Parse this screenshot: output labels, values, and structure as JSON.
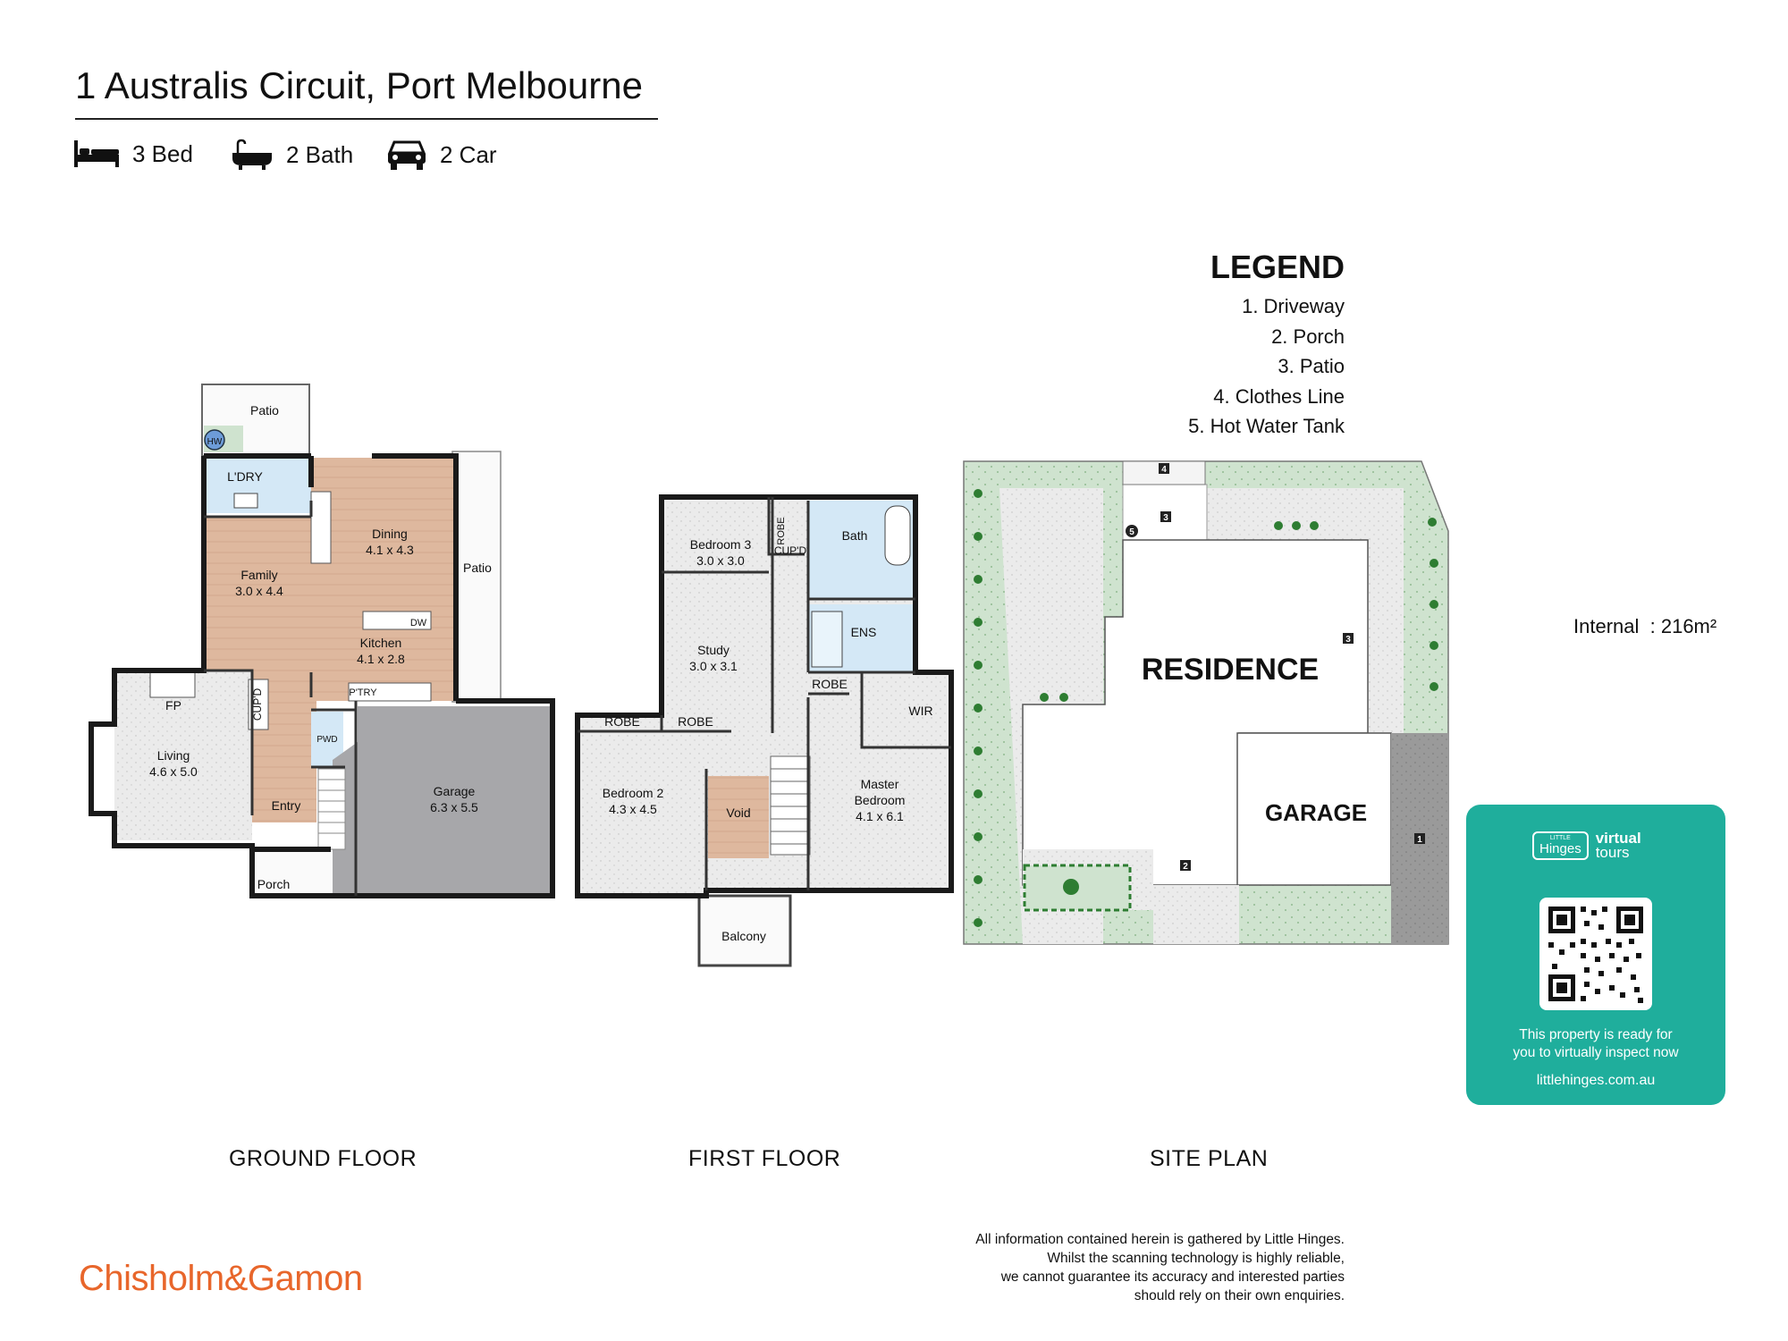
{
  "header": {
    "address": "1 Australis Circuit, Port Melbourne",
    "features": [
      {
        "icon": "bed-icon",
        "label": "3 Bed"
      },
      {
        "icon": "bath-icon",
        "label": "2 Bath"
      },
      {
        "icon": "car-icon",
        "label": "2 Car"
      }
    ]
  },
  "ground_floor": {
    "label": "GROUND FLOOR",
    "rooms": {
      "patio_top": "Patio",
      "hw": "HW",
      "laundry": "L'DRY",
      "dining": "Dining",
      "dining_dim": "4.1 x 4.3",
      "family": "Family",
      "family_dim": "3.0 x 4.4",
      "patio_side": "Patio",
      "kitchen": "Kitchen",
      "kitchen_dim": "4.1 x 2.8",
      "dw": "DW",
      "ptry": "P'TRY",
      "fp": "FP",
      "cupd": "CUP'D",
      "living": "Living",
      "living_dim": "4.6 x 5.0",
      "pwd": "PWD",
      "entry": "Entry",
      "garage": "Garage",
      "garage_dim": "6.3 x 5.5",
      "porch": "Porch"
    }
  },
  "first_floor": {
    "label": "FIRST FLOOR",
    "rooms": {
      "bedroom3": "Bedroom 3",
      "bedroom3_dim": "3.0 x 3.0",
      "robe_v": "ROBE",
      "cupd": "CUP'D",
      "bath": "Bath",
      "ens": "ENS",
      "study": "Study",
      "study_dim": "3.0 x 3.1",
      "robe_ens": "ROBE",
      "wir": "WIR",
      "robe_left": "ROBE",
      "robe_mid": "ROBE",
      "bedroom2": "Bedroom 2",
      "bedroom2_dim": "4.3 x 4.5",
      "void": "Void",
      "master": "Master",
      "master2": "Bedroom",
      "master_dim": "4.1 x 6.1",
      "balcony": "Balcony"
    }
  },
  "site_plan": {
    "label": "SITE PLAN",
    "residence": "RESIDENCE",
    "garage": "GARAGE",
    "markers": [
      "1",
      "2",
      "3",
      "3",
      "4",
      "5"
    ]
  },
  "legend": {
    "title": "LEGEND",
    "items": [
      "1. Driveway",
      "2. Porch",
      "3. Patio",
      "4. Clothes Line",
      "5. Hot Water Tank"
    ]
  },
  "internal": {
    "label": "Internal",
    "value": ": 216m²"
  },
  "virtual_tour": {
    "brand_small": "LITTLE",
    "brand": "Hinges",
    "tag1": "virtual",
    "tag2": "tours",
    "message1": "This property is ready for",
    "message2": "you to virtually inspect now",
    "url": "littlehinges.com.au"
  },
  "footer": {
    "brand": "Chisholm&Gamon",
    "disclaimer": [
      "All information contained herein is gathered by Little Hinges.",
      "Whilst the scanning technology is highly reliable,",
      "we cannot guarantee its accuracy and interested parties",
      "should rely on their own enquiries."
    ]
  },
  "colors": {
    "wood": "#deb89e",
    "laundry": "#d4e8f6",
    "garage": "#a7a7aa",
    "green": "#cfe3cf",
    "accent": "#e8662b",
    "teal": "#1fae9c"
  }
}
